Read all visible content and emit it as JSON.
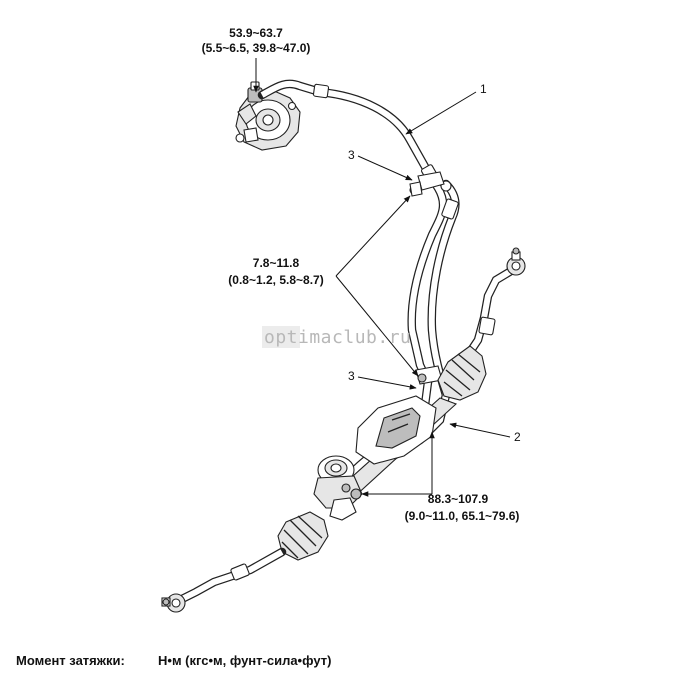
{
  "torque_labels": {
    "pump_fitting": {
      "line1": "53.9~63.7",
      "line2": "(5.5~6.5, 39.8~47.0)"
    },
    "clamp_bolts": {
      "line1": "7.8~11.8",
      "line2": "(0.8~1.2, 5.8~8.7)"
    },
    "gear_fittings": {
      "line1": "88.3~107.9",
      "line2": "(9.0~11.0, 65.1~79.6)"
    }
  },
  "callouts": {
    "pressure_hose": "1",
    "return_hose": "2",
    "clamp_upper": "3",
    "clamp_lower": "3"
  },
  "watermark": "optimaclub.ru",
  "footer": {
    "label": "Момент затяжки:",
    "units": "Н•м (кгс•м, фунт-сила•фут)"
  }
}
